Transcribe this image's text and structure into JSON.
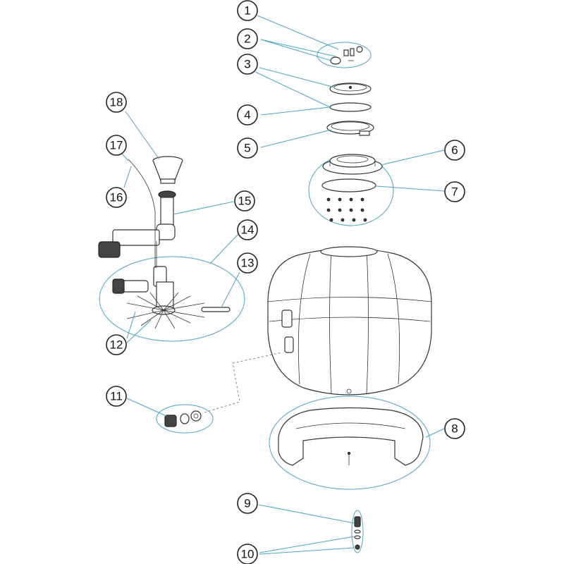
{
  "colors": {
    "leader": "#4aa3c9",
    "outline": "#333333",
    "callout_border": "#222222",
    "background": "#ffffff"
  },
  "callouts": [
    {
      "label": "1"
    },
    {
      "label": "2"
    },
    {
      "label": "3"
    },
    {
      "label": "4"
    },
    {
      "label": "5"
    },
    {
      "label": "6"
    },
    {
      "label": "7"
    },
    {
      "label": "8"
    },
    {
      "label": "9"
    },
    {
      "label": "10"
    },
    {
      "label": "11"
    },
    {
      "label": "12"
    },
    {
      "label": "13"
    },
    {
      "label": "14"
    },
    {
      "label": "15"
    },
    {
      "label": "16"
    },
    {
      "label": "17"
    },
    {
      "label": "18"
    }
  ]
}
